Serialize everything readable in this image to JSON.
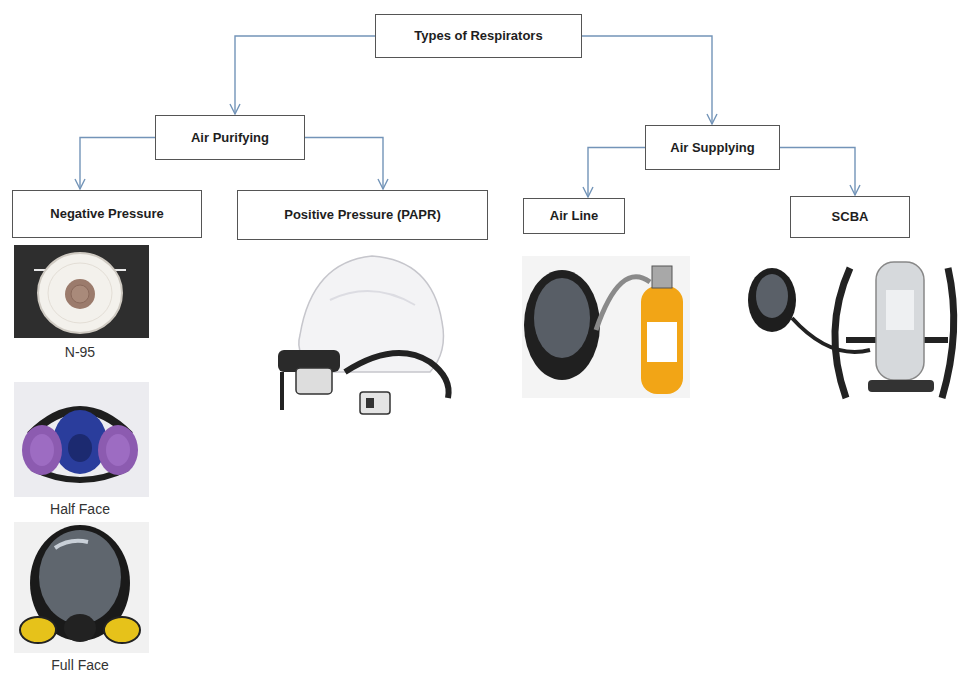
{
  "diagram": {
    "nodes": [
      {
        "text": [
          "Types of Respirators"
        ]
      },
      {
        "text": [
          "Air Purifying"
        ]
      },
      {
        "text": [
          "Air Supplying"
        ]
      },
      {
        "text": [
          "Negative Pressure"
        ]
      },
      {
        "text": [
          "Positive Pressure (PAPR)"
        ]
      },
      {
        "text": [
          "Air Line"
        ]
      },
      {
        "text": [
          "SCBA"
        ]
      }
    ],
    "edges": [
      {
        "from": 0,
        "to": 1,
        "arrow": "to"
      },
      {
        "from": 0,
        "to": 2,
        "arrow": "to"
      },
      {
        "from": 1,
        "to": 3,
        "arrow": "to"
      },
      {
        "from": 1,
        "to": 4,
        "arrow": "to"
      },
      {
        "from": 2,
        "to": 5,
        "arrow": "to"
      },
      {
        "from": 2,
        "to": 6,
        "arrow": "to"
      }
    ],
    "labels": [
      "N-95",
      "Half Face",
      "Full Face"
    ]
  }
}
